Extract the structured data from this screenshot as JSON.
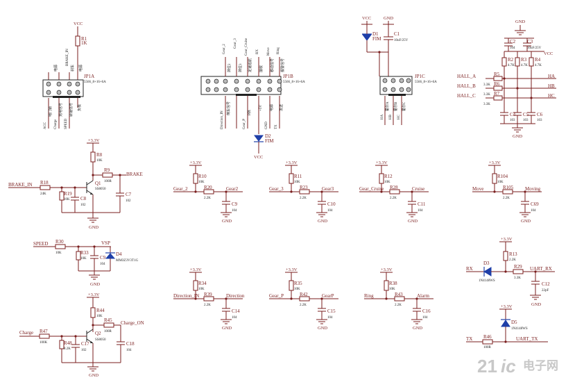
{
  "jp1a": {
    "ref": "JP1A",
    "part": "5566_8+16+6A",
    "vcc": "VCC",
    "r1": "R1",
    "r1v": "1K",
    "top_pins": [
      "",
      "BRAKE_IN",
      ""
    ],
    "top_cn": [
      "电源",
      "刹车",
      "电源"
    ],
    "bot_pins": [
      "ACC",
      "Charge",
      "SPEED",
      ""
    ],
    "bot_cn": [
      "电门锁",
      "充电信号",
      "转速信号",
      "负极"
    ]
  },
  "jp1b": {
    "ref": "JP1B",
    "part": "5566_8+16+6A",
    "top_pins": [
      "Gear_2",
      "Gear_3",
      "Gear_Cruise",
      "RX",
      "Move",
      "Ring"
    ],
    "top_cn": [
      "挡位2",
      "挡位3",
      "定速巡航",
      "接收",
      "移动信号",
      "报警信号"
    ],
    "bot_pins": [
      "Direction_IN",
      "Gear_P",
      "",
      "GND",
      "TX"
    ],
    "bot_cn": [
      "倒车信号",
      "P挡",
      "+5V",
      "电源",
      "发送"
    ],
    "d2": "D2",
    "d2p": "FIM",
    "vcc": "VCC"
  },
  "jp1c": {
    "ref": "JP1C",
    "part": "5566_8+16+6A",
    "vcc": "VCC",
    "gnd": "GND",
    "d1": "D1",
    "d1p": "FIM",
    "c1": "C1",
    "c1v": "10uF/25V",
    "bot_pins": [
      "HA",
      "HB",
      "HC"
    ],
    "bot_cn": [
      "霍尔A",
      "霍尔B",
      "霍尔C"
    ]
  },
  "hall": {
    "gnd_top": "GND",
    "gnd_bot": "GND",
    "vcc": "VCC",
    "c2": "C2",
    "c2v": "104",
    "c3": "C3",
    "c3v": "10uF/25V",
    "r2": "R2",
    "r2v": "4.7K",
    "r3": "R3",
    "r3v": "4.7K",
    "r4": "R4",
    "r4v": "4.7K",
    "in": [
      "HALL_A",
      "HALL_B",
      "HALL_C"
    ],
    "r": [
      "R5",
      "R6",
      "R7"
    ],
    "rv": [
      "3.3K",
      "3.3K",
      "3.3K"
    ],
    "out": [
      "HA",
      "HB",
      "HC"
    ],
    "c": [
      "C4",
      "C5",
      "C6"
    ],
    "cv": [
      "103",
      "103",
      "103"
    ]
  },
  "brake": {
    "v": "+3.3V",
    "r8": "R8",
    "r8v": "10K",
    "r9": "R9",
    "r9v": "100R",
    "out": "BRAKE",
    "in": "BRAKE_IN",
    "r18": "R18",
    "r18v": "24K",
    "r19": "R19",
    "r19v": "10K",
    "c8": "C8",
    "c8v": "102",
    "q1": "Q1",
    "q1p": "SS8050",
    "c7": "C7",
    "c7v": "102",
    "gnd": "GND"
  },
  "speed": {
    "in": "SPEED",
    "r30": "R30",
    "r30v": "10K",
    "vsp": "VSP",
    "r33": "R33",
    "r33v": "10K",
    "c9": "C9",
    "c9v": "104",
    "d4": "D4",
    "d4p": "MM3Z3V3T1G",
    "gnd": "GND"
  },
  "charge": {
    "v": "+3.3V",
    "r44": "R44",
    "r44v": "10K",
    "r45": "R45",
    "r45v": "100R",
    "out": "Charge_ON",
    "in": "Charge",
    "r47": "R47",
    "r47v": "100K",
    "r48": "R48",
    "r48v": "8.2K",
    "c17": "C17",
    "c17v": "102",
    "q2": "Q2",
    "q2p": "SS8050",
    "c18": "C18",
    "c18v": "104",
    "gnd": "GND"
  },
  "row1": [
    {
      "v": "+3.3V",
      "rt": "R10",
      "rtv": "10K",
      "in": "Gear_2",
      "rs": "R20",
      "rsv": "2.2K",
      "out": "Gear2",
      "c": "C9",
      "cv": "104",
      "gnd": "GND"
    },
    {
      "v": "+3.3V",
      "rt": "R11",
      "rtv": "10K",
      "in": "Gear_3",
      "rs": "R23",
      "rsv": "2.2K",
      "out": "Gear3",
      "c": "C10",
      "cv": "104",
      "gnd": "GND"
    },
    {
      "v": "+3.3V",
      "rt": "R12",
      "rtv": "10K",
      "in": "Gear_Cruise",
      "rs": "R28",
      "rsv": "2.2K",
      "out": "Cruise",
      "c": "C11",
      "cv": "104",
      "gnd": "GND"
    },
    {
      "v": "+3.3V",
      "rt": "R104",
      "rtv": "10K",
      "in": "Move",
      "rs": "R105",
      "rsv": "2.2K",
      "out": "Moving",
      "c": "C69",
      "cv": "104",
      "gnd": "GND"
    }
  ],
  "row2": [
    {
      "v": "+3.3V",
      "rt": "R34",
      "rtv": "10K",
      "in": "Direction_IN",
      "rs": "R39",
      "rsv": "2.2K",
      "out": "Direction",
      "c": "C14",
      "cv": "104",
      "gnd": "GND"
    },
    {
      "v": "+3.3V",
      "rt": "R35",
      "rtv": "10K",
      "in": "Gear_P",
      "rs": "R42",
      "rsv": "2.2K",
      "out": "GearP",
      "c": "C15",
      "cv": "104",
      "gnd": "GND"
    },
    {
      "v": "+3.3V",
      "rt": "R38",
      "rtv": "10K",
      "in": "Ring",
      "rs": "R43",
      "rsv": "2.2K",
      "out": "Alarm",
      "c": "C16",
      "cv": "104",
      "gnd": "GND"
    }
  ],
  "uart": {
    "v": "+3.3V",
    "rx": "RX",
    "d3": "D3",
    "d3p": "1N4148WS",
    "r13": "R13",
    "r13v": "2.2K",
    "r29": "R29",
    "r29v": "3.3K",
    "rxout": "UART_RX",
    "c12": "C12",
    "c12v": "22pF",
    "gnd": "GND",
    "v2": "+3.3V",
    "d5": "D5",
    "d5p": "1N4148WS",
    "tx": "TX",
    "r46": "R46",
    "r46v": "100R",
    "txout": "UART_TX"
  },
  "watermark": {
    "a": "21",
    "b": "ic",
    "c": "电子网"
  }
}
